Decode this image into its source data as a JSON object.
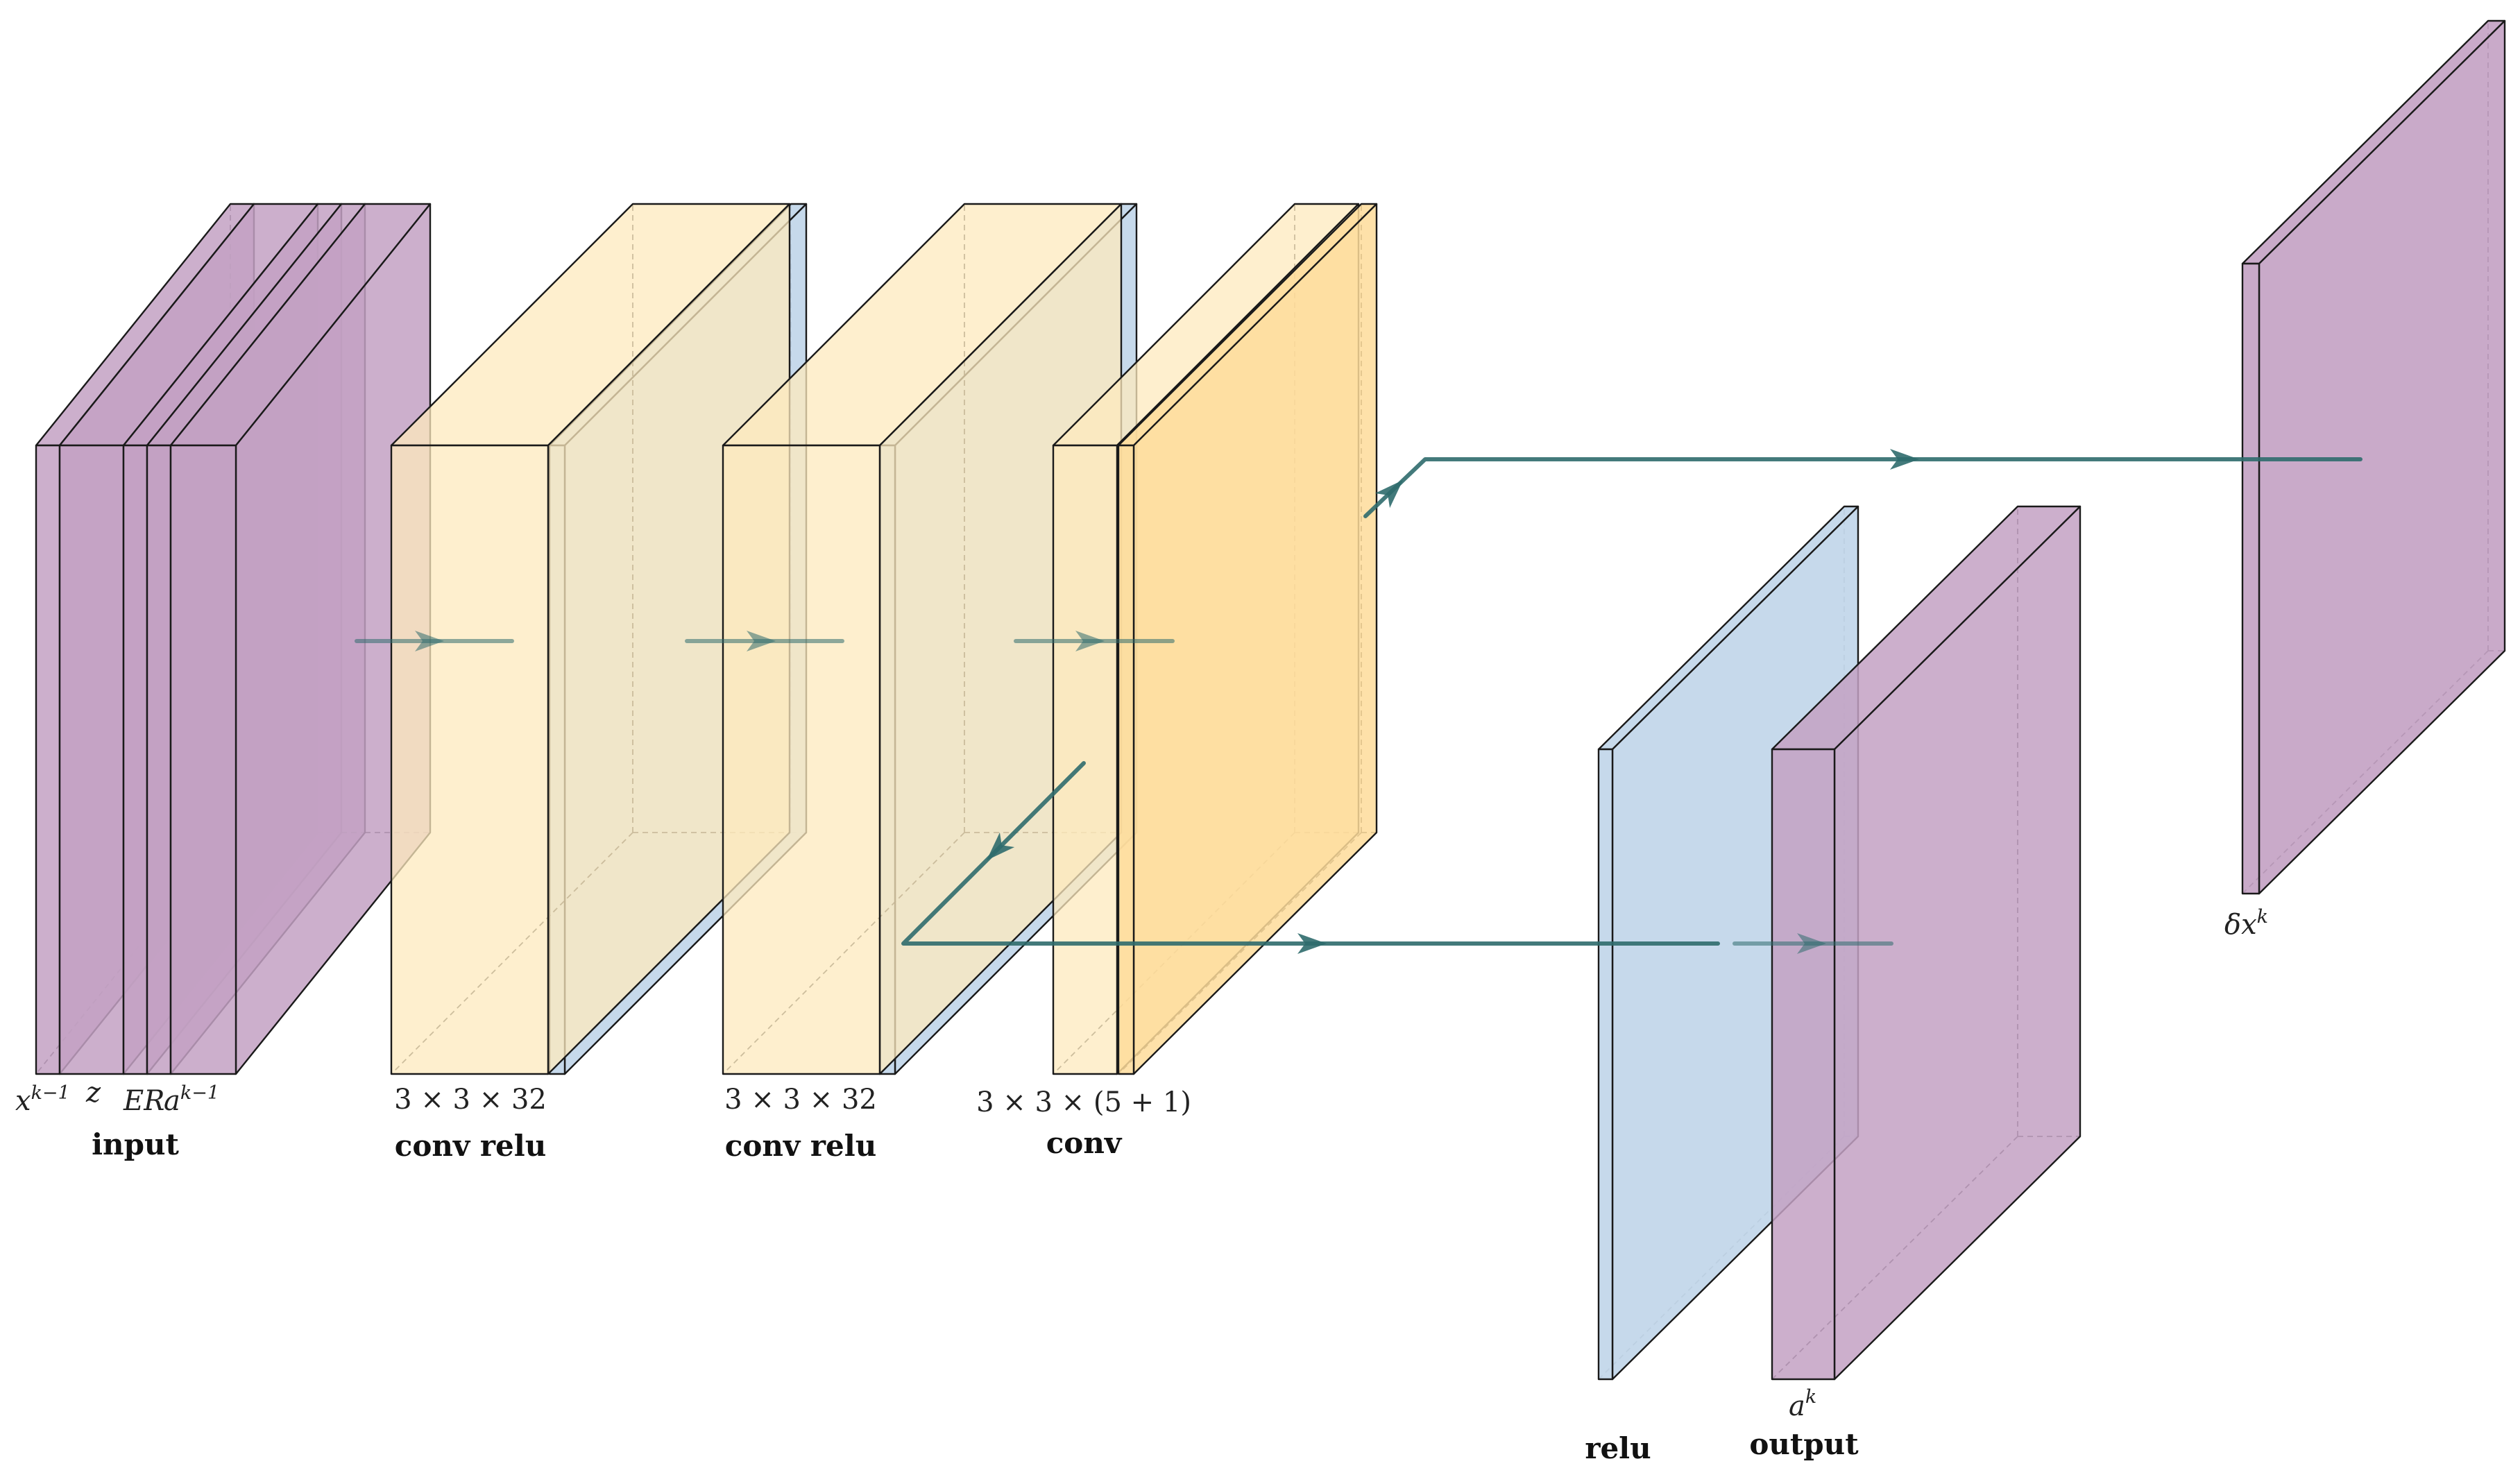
{
  "colors": {
    "purple": "#c3a1c3",
    "yellow": "#fde9bd",
    "blue": "#c3d7ea",
    "orange": "#fedc9a",
    "arrow": "#2f6b6d",
    "edge": "#1a1a1a"
  },
  "stages": {
    "input": {
      "title": "input",
      "channels": [
        {
          "base": "x",
          "sup": "k−1"
        },
        {
          "base": "z",
          "sup": ""
        },
        {
          "base": "ER",
          "sup": ""
        },
        {
          "base": "a",
          "sup": "k−1"
        }
      ]
    },
    "conv1": {
      "dims": "3 × 3 × 32",
      "title": "conv relu"
    },
    "conv2": {
      "dims": "3 × 3 × 32",
      "title": "conv relu"
    },
    "conv3": {
      "dims": "3 × 3 × (5 + 1)",
      "title": "conv"
    },
    "relu": {
      "title": "relu"
    },
    "output": {
      "title": "output",
      "sym_base": "a",
      "sym_sup": "k"
    },
    "delta": {
      "sym_base": "δx",
      "sym_sup": "k"
    }
  }
}
